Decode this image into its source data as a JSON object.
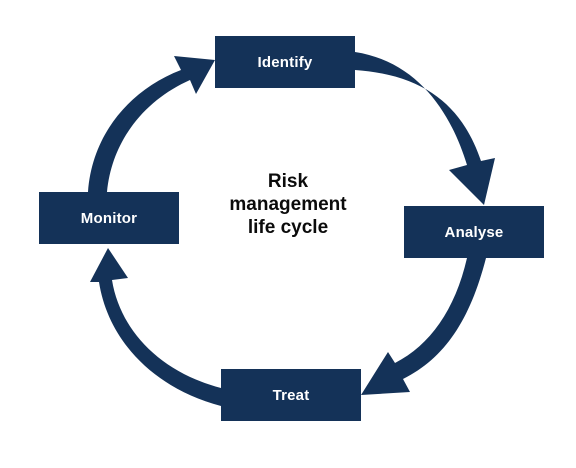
{
  "diagram": {
    "center_title_lines": [
      "Risk",
      "management",
      "life cycle"
    ],
    "stages": [
      {
        "id": "identify",
        "label": "Identify"
      },
      {
        "id": "analyse",
        "label": "Analyse"
      },
      {
        "id": "treat",
        "label": "Treat"
      },
      {
        "id": "monitor",
        "label": "Monitor"
      }
    ],
    "colors": {
      "primary": "#143258",
      "stage_text": "#ffffff",
      "center_text": "#0b0b0b",
      "background": "#ffffff"
    }
  }
}
